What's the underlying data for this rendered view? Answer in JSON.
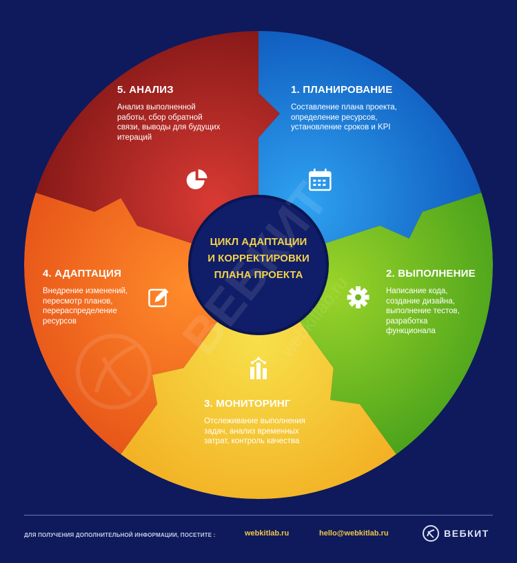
{
  "center": {
    "title": "ЦИКЛ АДАПТАЦИИ\nИ КОРРЕКТИРОВКИ\nПЛАНА ПРОЕКТА"
  },
  "segments": [
    {
      "title": "1. ПЛАНИРОВАНИЕ",
      "desc": "Составление плана проекта,\nопределение ресурсов,\nустановление сроков и KPI",
      "icon": "calendar-icon",
      "color_light": "#2fa2f0",
      "color_dark": "#0b52b8"
    },
    {
      "title": "2. ВЫПОЛНЕНИЕ",
      "desc": "Написание кода,\nсоздание дизайна,\nвыполнение тестов,\nразработка\nфункционала",
      "icon": "gear-icon",
      "color_light": "#9bd42a",
      "color_dark": "#3e9b19"
    },
    {
      "title": "3. МОНИТОРИНГ",
      "desc": "Отслеживание выполнения\nзадач, анализ временных\nзатрат, контроль качества",
      "icon": "monitoring-chart-icon",
      "color_light": "#f7e04a",
      "color_dark": "#f2a91e"
    },
    {
      "title": "4. АДАПТАЦИЯ",
      "desc": "Внедрение изменений,\nпересмотр планов,\nперераспределение\nресурсов",
      "icon": "edit-icon",
      "color_light": "#ff8a2a",
      "color_dark": "#e34d16"
    },
    {
      "title": "5. АНАЛИЗ",
      "desc": "Анализ выполненной\nработы, сбор обратной\nсвязи, выводы для будущих\nитераций",
      "icon": "pie-chart-icon",
      "color_light": "#d93a33",
      "color_dark": "#7a1414"
    }
  ],
  "watermark": {
    "brand": "ВЕБКИТ",
    "url": "webkitlab.ru"
  },
  "footer": {
    "label": "ДЛЯ ПОЛУЧЕНИЯ ДОПОЛНИТЕЛЬНОЙ ИНФОРМАЦИИ, ПОСЕТИТЕ :",
    "website": "webkitlab.ru",
    "email": "hello@webkitlab.ru",
    "brand": "ВЕБКИТ"
  },
  "colors": {
    "background": "#0e1a5c",
    "hub": "#101d68",
    "center_text": "#f2d24a",
    "footer_link": "#f2c744"
  }
}
